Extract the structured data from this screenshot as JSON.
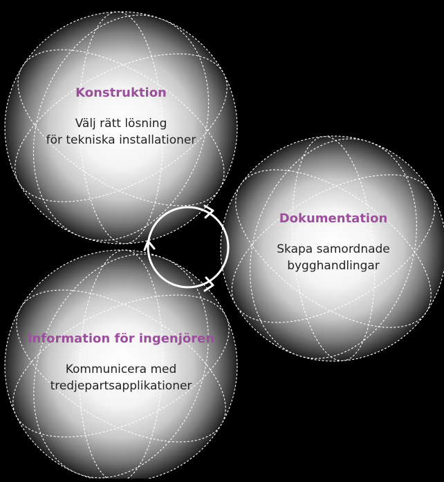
{
  "colors": {
    "background": "#000000",
    "title": "#9b4f9b",
    "text": "#222222",
    "cycle_arrow": "#ffffff"
  },
  "spheres": [
    {
      "title": "Konstruktion",
      "line1": "Välj rätt lösning",
      "line2": "för tekniska installationer"
    },
    {
      "title": "Dokumentation",
      "line1": "Skapa samordnade",
      "line2": "bygghandlingar"
    },
    {
      "title": "Information för ingenjören",
      "line1": "Kommunicera med",
      "line2": "tredjepartsapplikationer"
    }
  ],
  "cycle": {
    "icon": "cycle-arrows-icon",
    "arrow_count": 3
  }
}
